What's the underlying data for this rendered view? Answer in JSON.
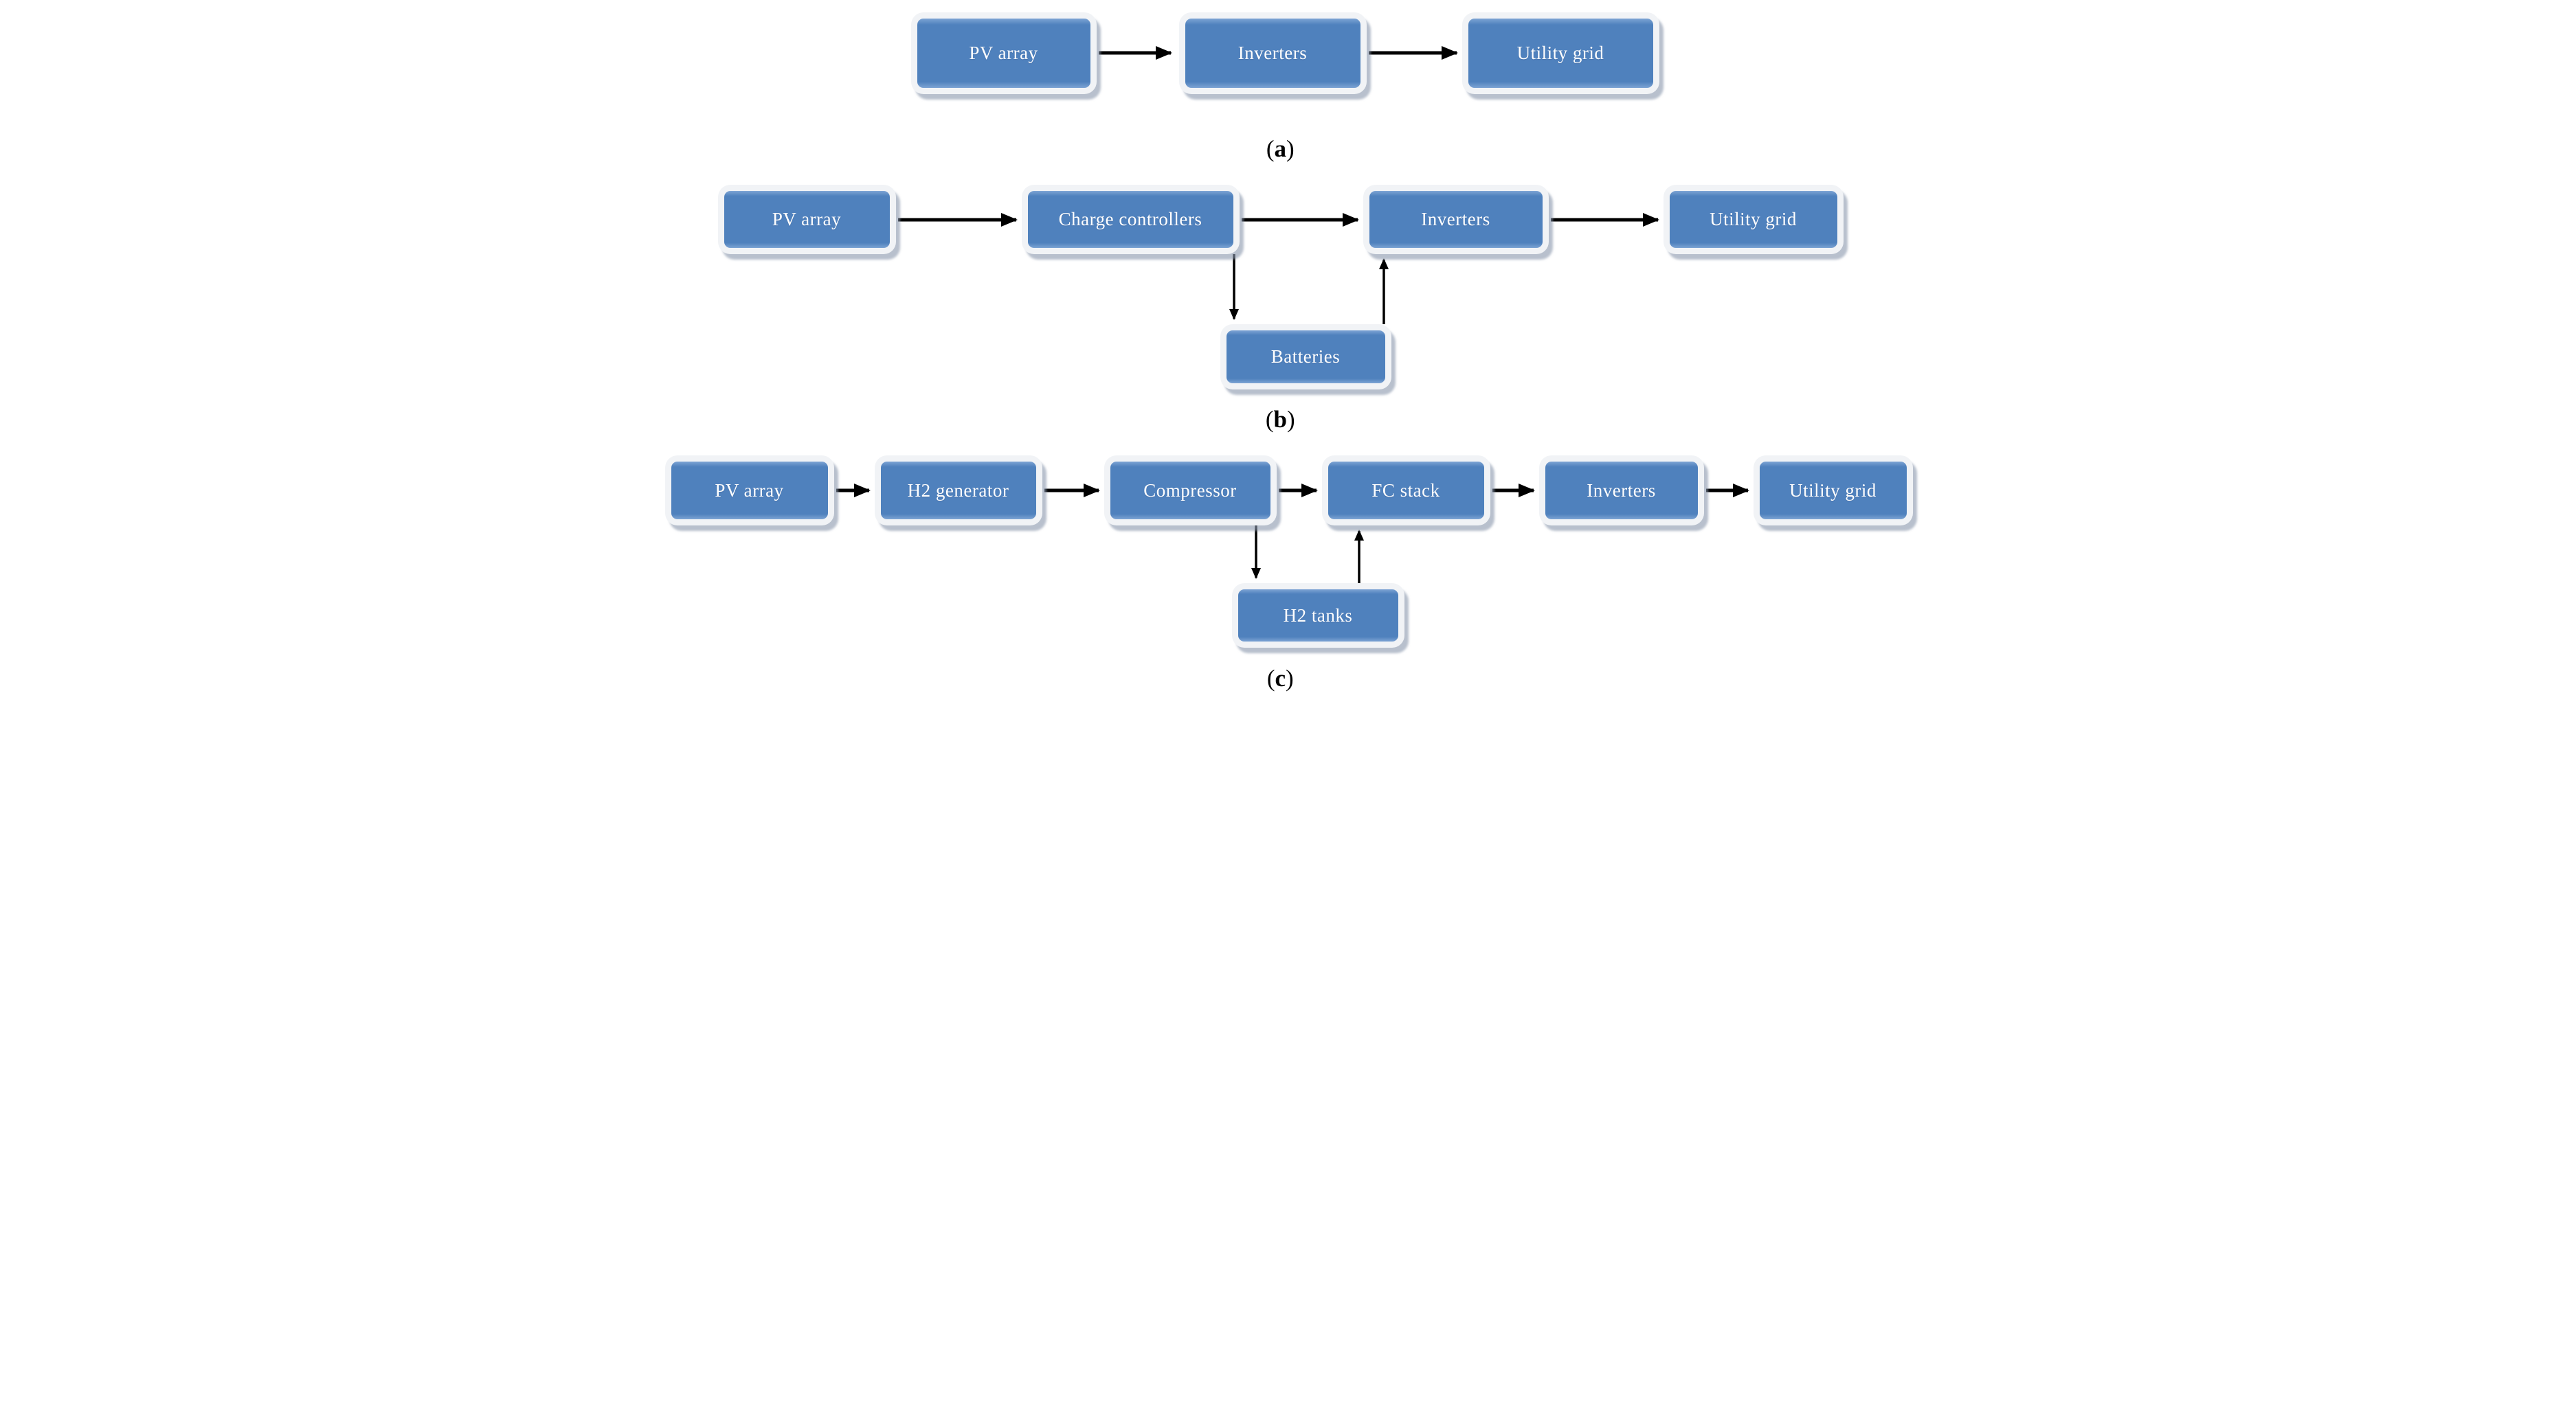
{
  "figure": {
    "type": "block-diagram",
    "background": "#ffffff",
    "description_visible_panels": 3
  },
  "colors": {
    "node_fill": "#4f81bd",
    "node_fill_light": "#7da4d4",
    "node_border": "#f1f3f6",
    "node_shadow": "rgba(136,150,172,0.6)",
    "arrow": "#000000",
    "label_text": "#ffffff",
    "caption_text": "#000000"
  },
  "panels": {
    "a": {
      "caption": {
        "open": "(",
        "letter": "a",
        "close": ")"
      },
      "nodes": {
        "pv_array": "PV array",
        "inverters": "Inverters",
        "utility_grid": "Utility grid"
      },
      "connections": [
        {
          "from": "pv_array",
          "to": "inverters"
        },
        {
          "from": "inverters",
          "to": "utility_grid"
        }
      ]
    },
    "b": {
      "caption": {
        "open": "(",
        "letter": "b",
        "close": ")"
      },
      "nodes": {
        "pv_array": "PV array",
        "charge_controllers": "Charge controllers",
        "inverters": "Inverters",
        "utility_grid": "Utility grid",
        "batteries": "Batteries"
      },
      "connections": [
        {
          "from": "pv_array",
          "to": "charge_controllers"
        },
        {
          "from": "charge_controllers",
          "to": "inverters"
        },
        {
          "from": "inverters",
          "to": "utility_grid"
        },
        {
          "from": "charge_controllers",
          "to": "batteries"
        },
        {
          "from": "batteries",
          "to": "inverters"
        }
      ]
    },
    "c": {
      "caption": {
        "open": "(",
        "letter": "c",
        "close": ")"
      },
      "nodes": {
        "pv_array": "PV array",
        "h2_generator": "H2 generator",
        "compressor": "Compressor",
        "fc_stack": "FC stack",
        "inverters": "Inverters",
        "utility_grid": "Utility grid",
        "h2_tanks": "H2 tanks"
      },
      "connections": [
        {
          "from": "pv_array",
          "to": "h2_generator"
        },
        {
          "from": "h2_generator",
          "to": "compressor"
        },
        {
          "from": "compressor",
          "to": "fc_stack"
        },
        {
          "from": "fc_stack",
          "to": "inverters"
        },
        {
          "from": "inverters",
          "to": "utility_grid"
        },
        {
          "from": "compressor",
          "to": "h2_tanks"
        },
        {
          "from": "h2_tanks",
          "to": "fc_stack"
        }
      ]
    }
  }
}
